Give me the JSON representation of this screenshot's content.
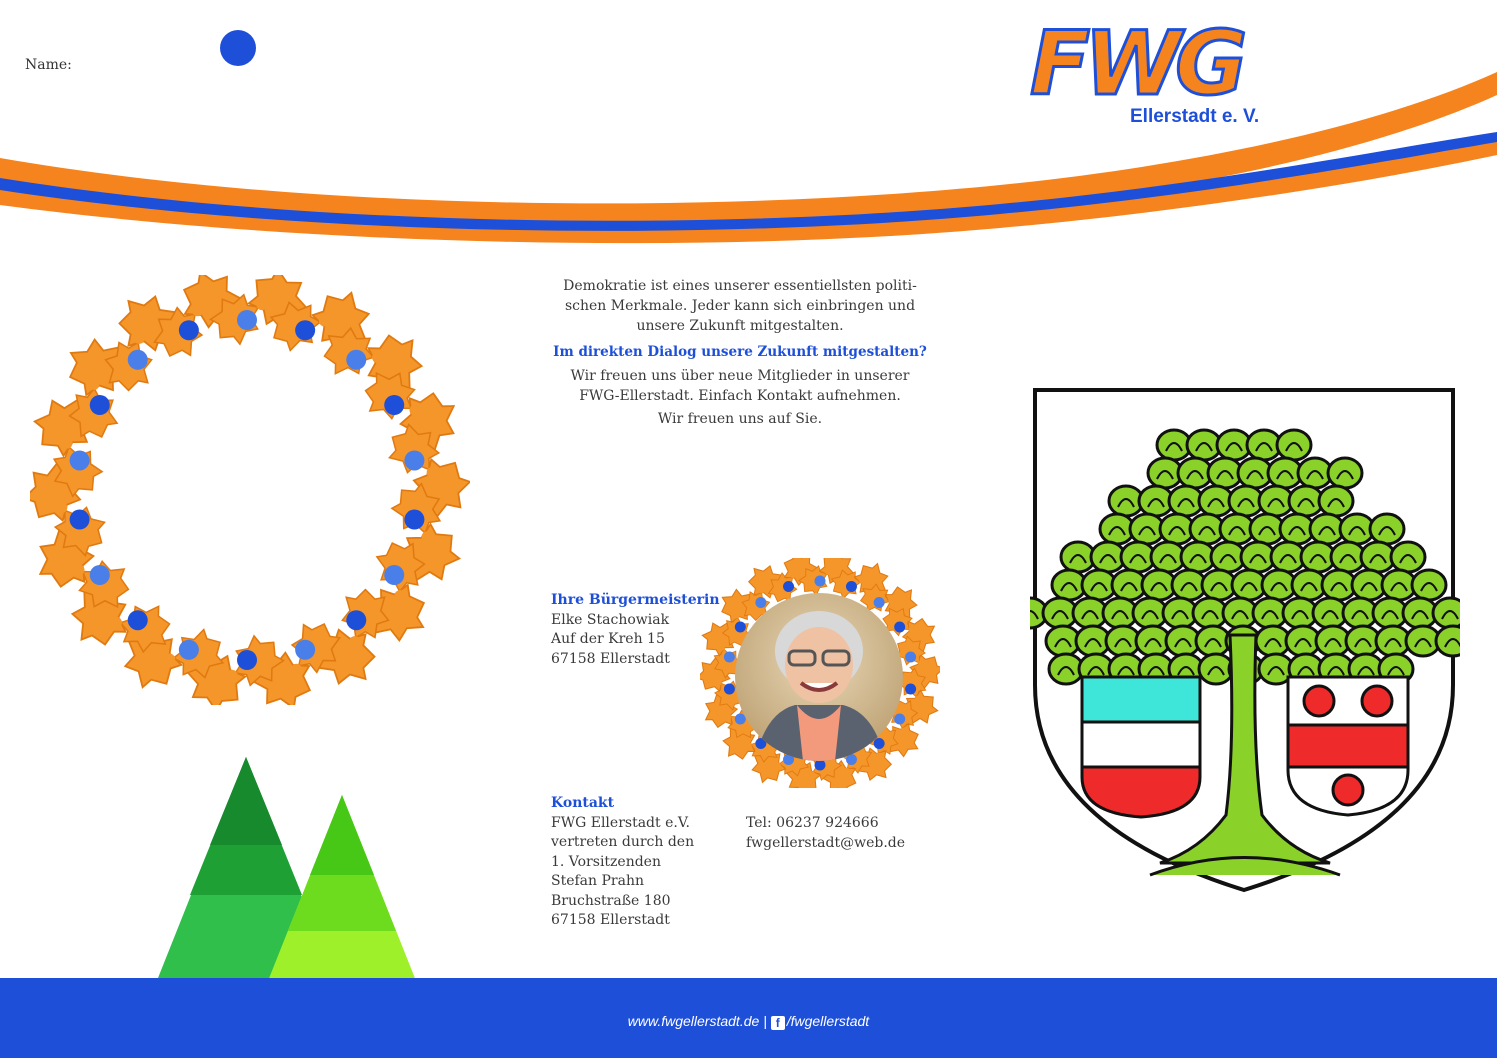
{
  "header": {
    "name_label": "Name:",
    "logo_main": "FWG",
    "logo_sub": "Ellerstadt e. V."
  },
  "intro": {
    "line1": "Demokratie ist eines unserer essentiellsten politi-",
    "line2": "schen Merkmale. Jeder kann sich einbringen und",
    "line3": "unsere Zukunft mitgestalten.",
    "question": "Im direkten Dialog unsere Zukunft mitgestalten?",
    "line4": "Wir freuen uns über neue Mitglieder in unserer",
    "line5": "FWG-Ellerstadt. Einfach Kontakt aufnehmen.",
    "line6": "Wir freuen uns auf Sie."
  },
  "mayor": {
    "heading": "Ihre Bürgermeisterin",
    "name": "Elke Stachowiak",
    "street": "Auf der Kreh 15",
    "city": "67158 Ellerstadt"
  },
  "contact": {
    "heading": "Kontakt",
    "org": "FWG Ellerstadt e.V.",
    "rep1": "vertreten durch den",
    "rep2": "1. Vorsitzenden",
    "person": "Stefan Prahn",
    "street": "Bruchstraße 180",
    "city": "67158 Ellerstadt",
    "tel": "Tel: 06237 924666",
    "email": "fwgellerstadt@web.de"
  },
  "footer": {
    "website": "www.fwgellerstadt.de",
    "separator": "|",
    "fb_glyph": "f",
    "facebook": "/fwgellerstadt"
  },
  "colors": {
    "blue": "#1e4fd8",
    "orange": "#f5841f",
    "green": "#8ad12a"
  }
}
